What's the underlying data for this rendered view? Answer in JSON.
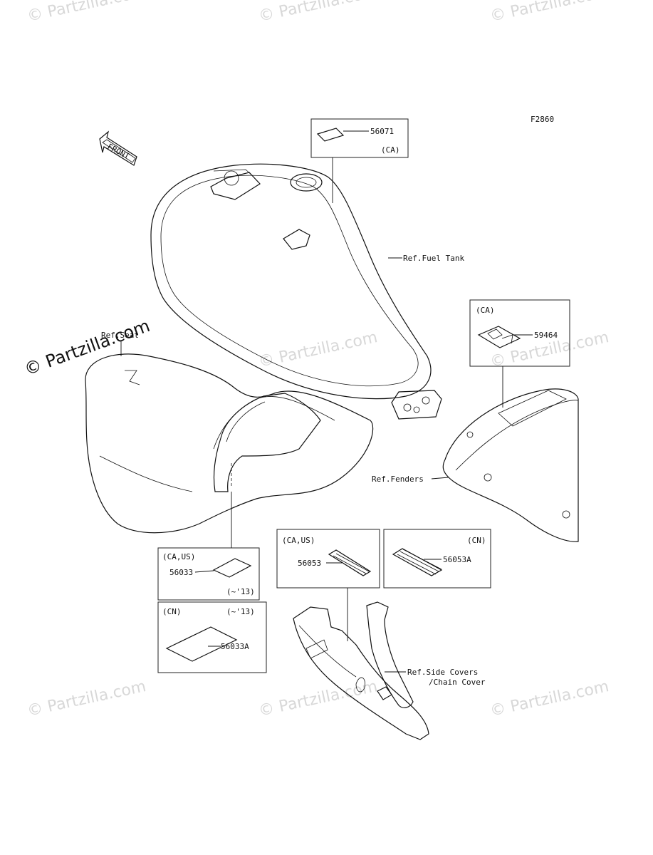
{
  "figure_code": "F2860",
  "front_arrow_label": "FRONT",
  "watermark": {
    "text": "© Partzilla.com"
  },
  "ref_labels": {
    "fuel_tank": "Ref.Fuel Tank",
    "seat": "Ref.Seat",
    "fenders": "Ref.Fenders",
    "side_covers_line1": "Ref.Side Covers",
    "side_covers_line2": "/Chain Cover"
  },
  "callouts": [
    {
      "part_number": "56071",
      "region": "(CA)",
      "date_range": ""
    },
    {
      "part_number": "59464",
      "region": "(CA)",
      "date_range": ""
    },
    {
      "part_number": "56033",
      "region": "(CA,US)",
      "date_range": "(~'13)"
    },
    {
      "part_number": "56033A",
      "region": "(CN)",
      "date_range": "(~'13)"
    },
    {
      "part_number": "56053",
      "region": "(CA,US)",
      "date_range": ""
    },
    {
      "part_number": "56053A",
      "region": "(CN)",
      "date_range": ""
    }
  ]
}
